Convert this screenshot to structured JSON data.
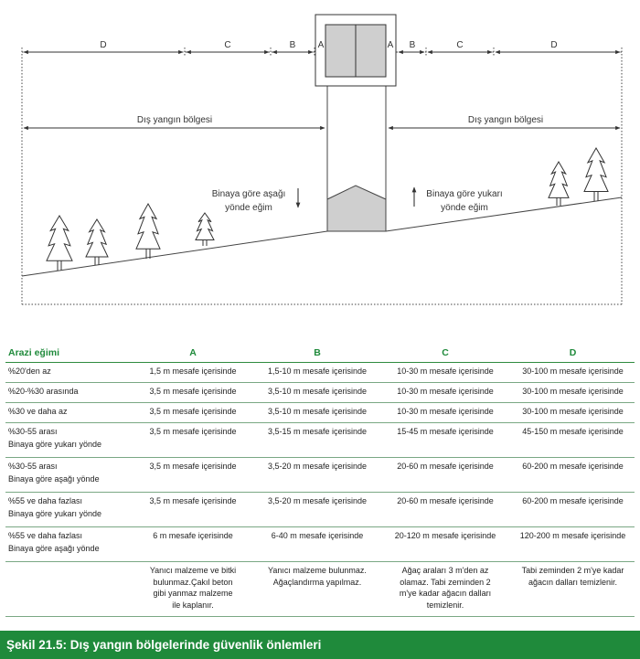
{
  "diagram": {
    "top_labels_left": [
      "D",
      "C",
      "B",
      "A"
    ],
    "top_labels_right": [
      "A",
      "B",
      "C",
      "D"
    ],
    "zone_label_left": "Dış yangın bölgesi",
    "zone_label_right": "Dış yangın bölgesi",
    "slope_down_line1": "Binaya göre aşağı",
    "slope_down_line2": "yönde eğim",
    "slope_up_line1": "Binaya göre yukarı",
    "slope_up_line2": "yönde eğim"
  },
  "table": {
    "headers": [
      "Arazi eğimi",
      "A",
      "B",
      "C",
      "D"
    ],
    "rows": [
      {
        "slope": [
          "%20'den az"
        ],
        "a": [
          "1,5 m mesafe içerisinde"
        ],
        "b": [
          "1,5-10 m mesafe içerisinde"
        ],
        "c": [
          "10-30 m mesafe içerisinde"
        ],
        "d": [
          "30-100 m mesafe içerisinde"
        ]
      },
      {
        "slope": [
          "%20-%30 arasında"
        ],
        "a": [
          "3,5 m mesafe içerisinde"
        ],
        "b": [
          "3,5-10 m mesafe içerisinde"
        ],
        "c": [
          "10-30 m mesafe içerisinde"
        ],
        "d": [
          "30-100 m mesafe içerisinde"
        ]
      },
      {
        "slope": [
          "%30 ve daha az"
        ],
        "a": [
          "3,5 m mesafe içerisinde"
        ],
        "b": [
          "3,5-10 m mesafe içerisinde"
        ],
        "c": [
          "10-30 m mesafe içerisinde"
        ],
        "d": [
          "30-100 m mesafe içerisinde"
        ]
      },
      {
        "slope": [
          "%30-55 arası",
          "Binaya göre yukarı yönde"
        ],
        "a": [
          "3,5 m mesafe içerisinde"
        ],
        "b": [
          "3,5-15 m mesafe içerisinde"
        ],
        "c": [
          "15-45 m mesafe içerisinde"
        ],
        "d": [
          "45-150 m mesafe içerisinde"
        ]
      },
      {
        "slope": [
          "%30-55 arası",
          "Binaya göre aşağı yönde"
        ],
        "a": [
          "3,5 m mesafe içerisinde"
        ],
        "b": [
          "3,5-20 m mesafe içerisinde"
        ],
        "c": [
          "20-60 m mesafe içerisinde"
        ],
        "d": [
          "60-200 m mesafe içerisinde"
        ]
      },
      {
        "slope": [
          "%55 ve daha fazlası",
          "Binaya göre yukarı yönde"
        ],
        "a": [
          "3,5 m mesafe içerisinde"
        ],
        "b": [
          "3,5-20 m mesafe içerisinde"
        ],
        "c": [
          "20-60 m mesafe içerisinde"
        ],
        "d": [
          "60-200 m mesafe içerisinde"
        ]
      },
      {
        "slope": [
          "%55 ve daha fazlası",
          "Binaya göre aşağı yönde"
        ],
        "a": [
          "6 m mesafe içerisinde"
        ],
        "b": [
          "6-40 m mesafe içerisinde"
        ],
        "c": [
          "20-120 m mesafe içerisinde"
        ],
        "d": [
          "120-200 m mesafe içerisinde"
        ]
      },
      {
        "slope": [],
        "a": [
          "Yanıcı malzeme ve bitki",
          "bulunmaz.Çakıl beton",
          "gibi yanmaz malzeme",
          "ile kaplanır."
        ],
        "b": [
          "Yanıcı malzeme bulunmaz.",
          "Ağaçlandırma yapılmaz."
        ],
        "c": [
          "Ağaç araları 3 m'den az",
          "olamaz. Tabi zeminden 2",
          "m'ye kadar ağacın dalları",
          "temizlenir."
        ],
        "d": [
          "Tabi zeminden 2 m'ye kadar",
          "ağacın dalları temizlenir."
        ]
      }
    ]
  },
  "caption": "Şekil 21.5: Dış yangın bölgelerinde güvenlik önlemleri"
}
